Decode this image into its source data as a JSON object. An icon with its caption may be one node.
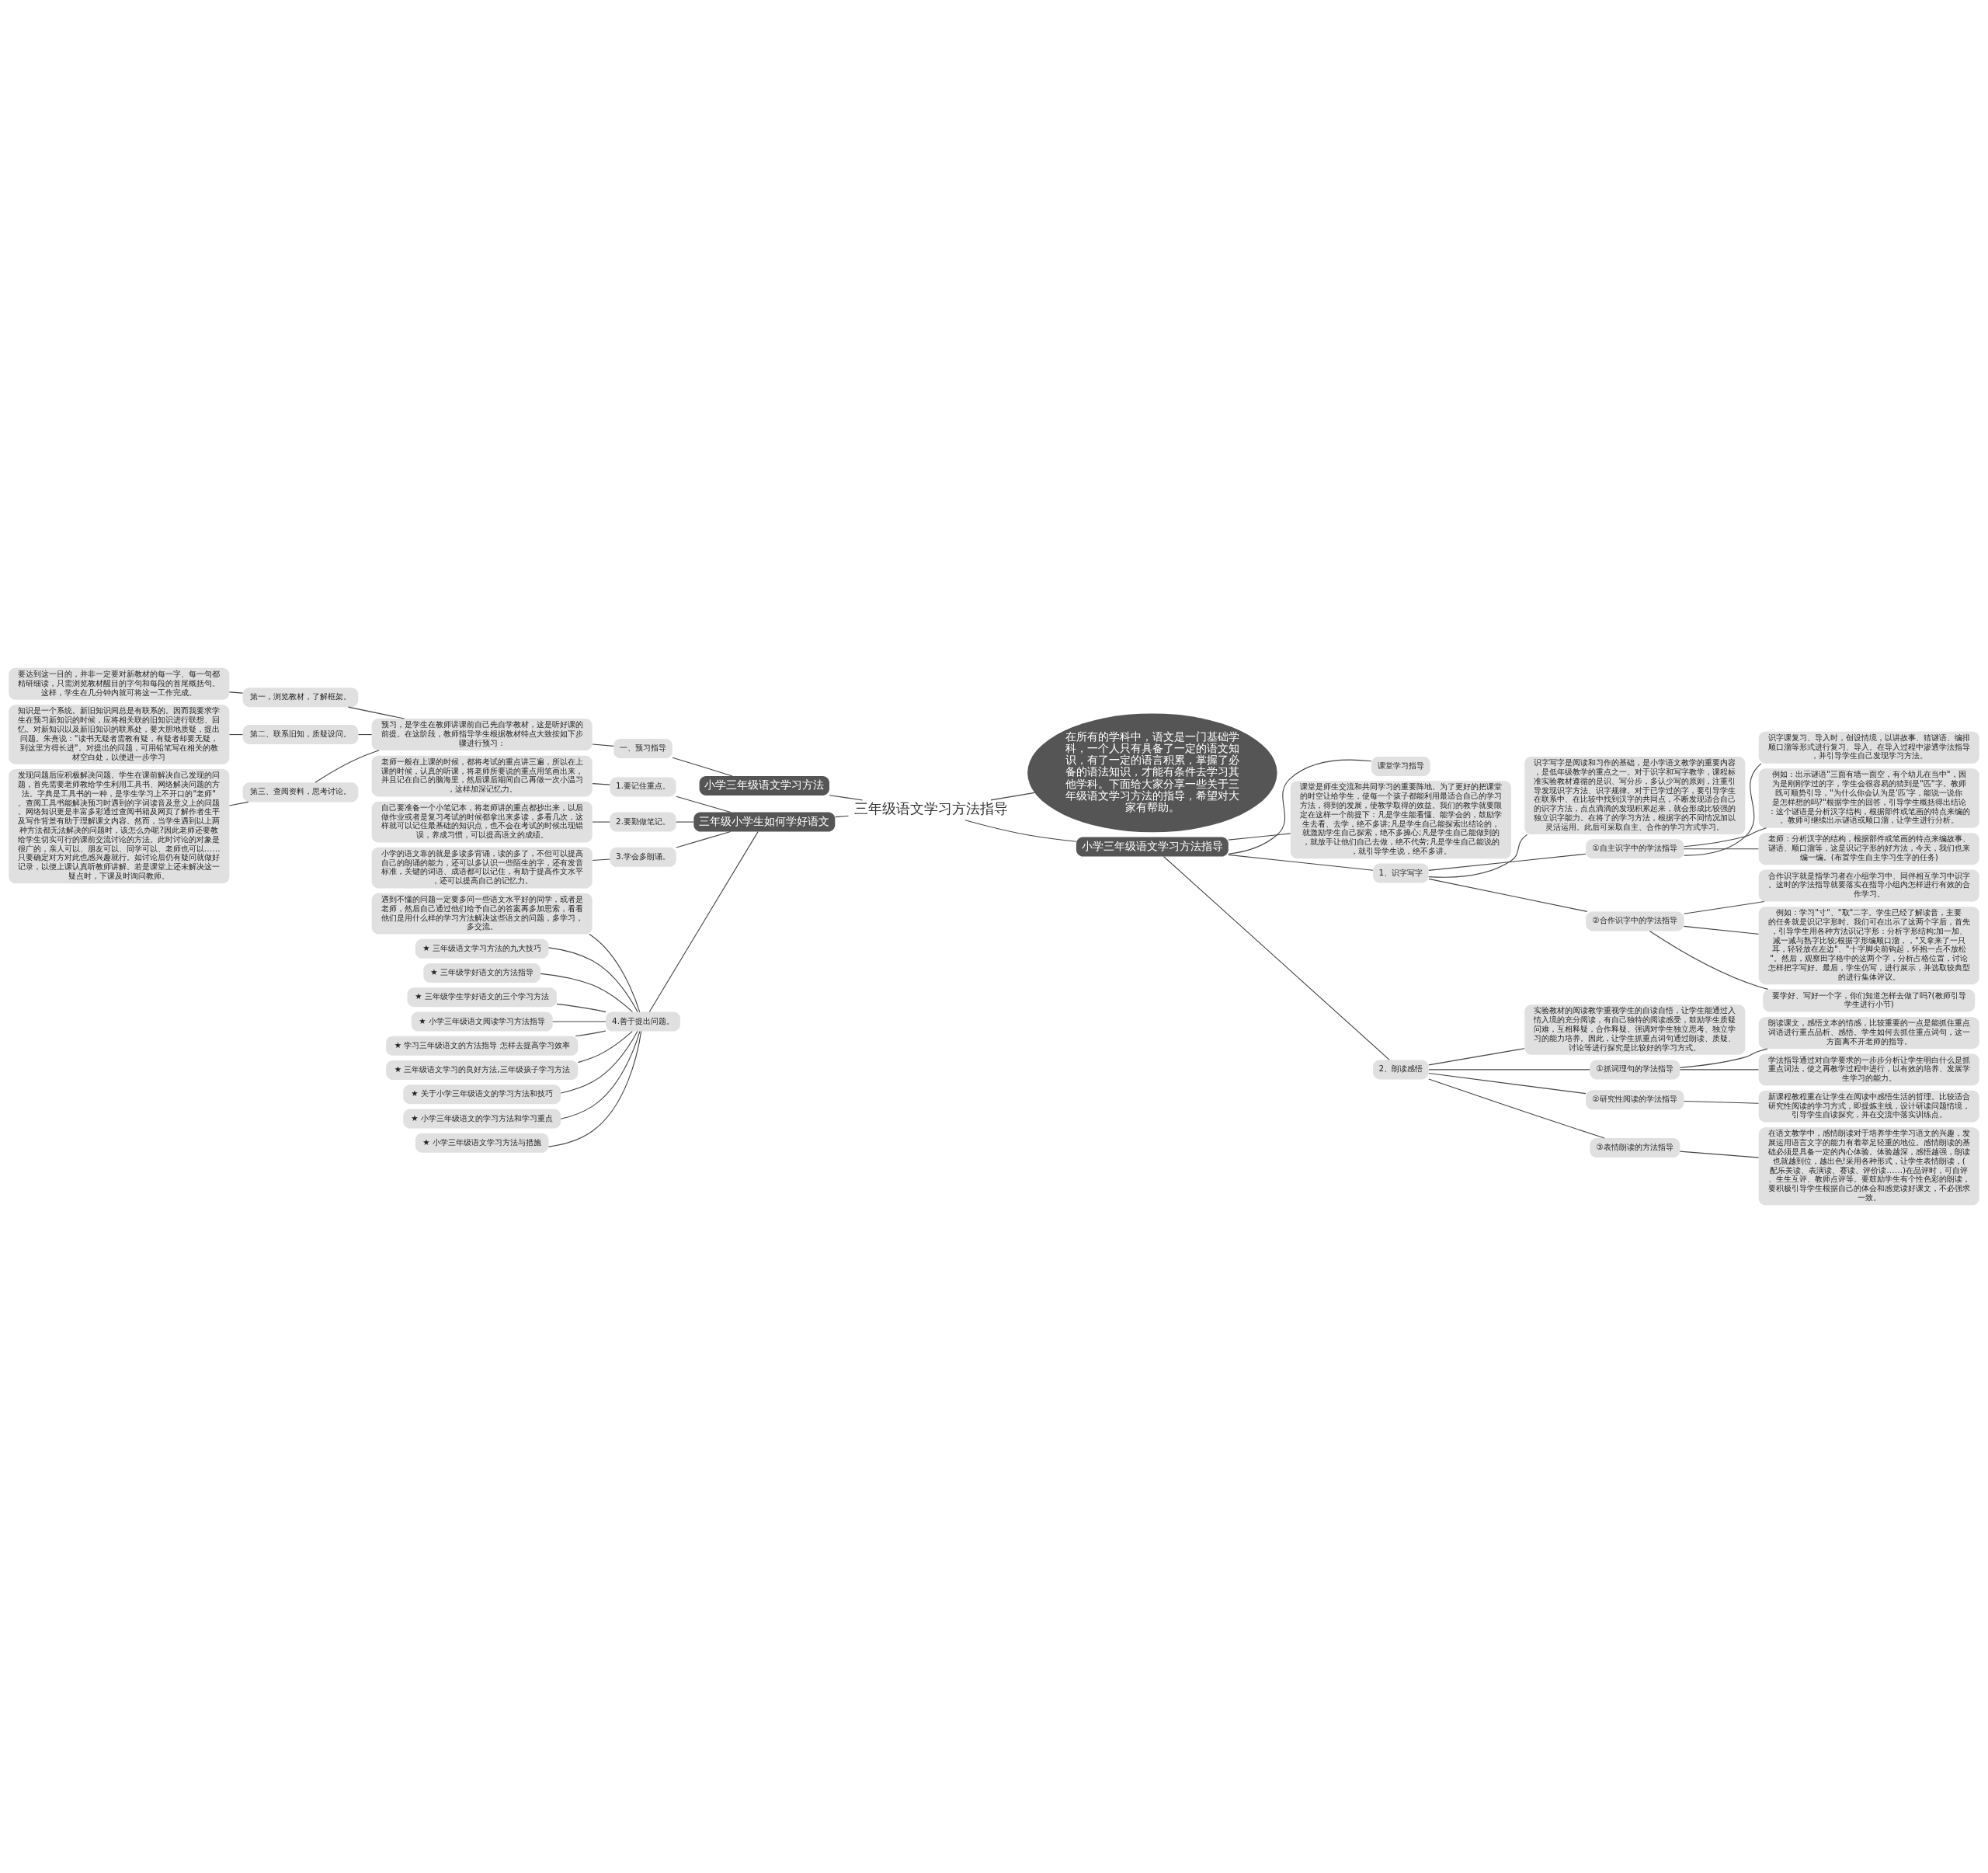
{
  "diagram": {
    "nodes": [
      {
        "text": [
          "三年级语文学习方法指导"
        ]
      },
      {
        "text": [
          "小学三年级语文学习方法"
        ]
      },
      {
        "text": [
          "一、预习指导"
        ]
      },
      {
        "text": [
          "预习，是学生在教师讲课前自己先自学教材，这是听好课的前提。在这阶段，教师指导学生根据教材特点大致按如下步骤进行预习："
        ]
      },
      {
        "text": [
          "第一，浏览教材，了解框架。"
        ]
      },
      {
        "text": [
          "要达到这一目的，并非一定要对新教材的每一字、每一句都精研细读，只需浏览教材醒目的字句和每段的首尾概括句。这样，学生在几分钟内就可将这一工作完成。"
        ]
      },
      {
        "text": [
          "第二、联系旧知，质疑设问。"
        ]
      },
      {
        "text": [
          "知识是一个系统。新旧知识间总是有联系的。因而我要求学生在预习新知识的时候，应将相关联的旧知识进行联想、回忆。对新知识以及新旧知识的联系处，要大胆地质疑，提出问题。朱熹说：\"读书无疑者需教有疑，有疑者却要无疑，到这里方得长进\"。对提出的问题，可用铅笔写在相关的教材空白处，以便进一步学习"
        ]
      },
      {
        "text": [
          "第三、查阅资料，思考讨论。"
        ]
      },
      {
        "text": [
          "发现问题后应积极解决问题。学生在课前解决自己发现的问题，首先需要老师教给学生利用工具书、网络解决问题的方法。字典是工具书的一种，是学生学习上不开口的\"老师\"。查阅工具书能解决预习时遇到的字词读音及意义上的问题。网络知识更是丰富多彩通过查阅书籍及网页了解作者生平及写作背景有助于理解课文内容。然而，当学生遇到以上两种方法都无法解决的问题时，该怎么办呢?因此老师还要教给学生切实可行的课前交流讨论的方法。此时讨论的对象是很广的，亲人可以、朋友可以、同学可以、老师也可以……只要确定对方对此也感兴趣就行。如讨论后仍有疑问就做好记录，以便上课认真听教师讲解。若是课堂上还未解决这一疑点时，下课及时询问教师。"
        ]
      },
      {
        "text": [
          "在所有的学科中，语文是一门基础学科，一个人只有具备了一定的语文知识，有了一定的语言积累，掌握了必备的语法知识，才能有条件去学习其他学科。下面给大家分享一些关于三年级语文学习方法的指导，希望对大家有帮助。"
        ]
      },
      {
        "text": [
          "三年级小学生如何学好语文"
        ]
      },
      {
        "text": [
          "1.要记住重点。"
        ]
      },
      {
        "text": [
          "老师一般在上课的时候，都将考试的重点讲三遍，所以在上课的时候，认真的听课，将老师所要说的重点用笔画出来，并且记在自己的脑海里，然后课后期间自己再做一次小温习，这样加深记忆力。"
        ]
      },
      {
        "text": [
          "2.要勤做笔记。"
        ]
      },
      {
        "text": [
          "自己要准备一个小笔记本，将老师讲的重点都抄出来，以后做作业或者是复习考试的时候都拿出来多读，多看几次，这样就可以记住最基础的知识点，也不会在考试的时候出现错误，养成习惯，可以提高语文的成绩。"
        ]
      },
      {
        "text": [
          "3.学会多朗诵。"
        ]
      },
      {
        "text": [
          "小学的语文靠的就是多读多背诵，读的多了，不但可以提高自己的朗诵的能力，还可以多认识一些陌生的字，还有发音标准，关键的词语、成语都可以记住，有助于提高作文水平，还可以提高自己的记忆力。"
        ]
      },
      {
        "text": [
          "4.善于提出问题。"
        ]
      },
      {
        "text": [
          "遇到不懂的问题一定要多问一些语文水平好的同学，或者是老师，然后自己通过他们给予自己的答案再多加思索，看看他们是用什么样的学习方法解决这些语文的问题，多学习，多交流。"
        ]
      },
      {
        "text": [
          "★ 三年级语文学习方法的九大技巧"
        ]
      },
      {
        "text": [
          "★ 三年级学好语文的方法指导"
        ]
      },
      {
        "text": [
          "★ 三年级学生学好语文的三个学习方法"
        ]
      },
      {
        "text": [
          "★ 小学三年级语文阅读学习方法指导"
        ]
      },
      {
        "text": [
          "★ 学习三年级语文的方法指导 怎样去提高学习效率"
        ]
      },
      {
        "text": [
          "★ 三年级语文学习的良好方法,三年级孩子学习方法"
        ]
      },
      {
        "text": [
          "★ 关于小学三年级语文的学习方法和技巧"
        ]
      },
      {
        "text": [
          "★ 小学三年级语文的学习方法和学习重点"
        ]
      },
      {
        "text": [
          "★ 小学三年级语文学习方法与措施"
        ]
      },
      {
        "text": [
          "小学三年级语文学习方法指导"
        ]
      },
      {
        "text": [
          "课堂学习指导"
        ]
      },
      {
        "text": [
          "课堂是师生交流和共同学习的重要阵地。为了更好的把课堂的时空让给学生，使每一个孩子都能利用最适合自己的学习方法，得到的发展，使教学取得的效益。我们的教学就要限定在这样一个前提下：凡是学生能看懂、能学会的，鼓励学生去看、去学，绝不多讲;凡是学生自己能探索出结论的，就激励学生自己探索，绝不多操心;凡是学生自己能做到的，就放手让他们自己去做，绝不代劳;凡是学生自己能说的，就引导学生说，绝不多讲。"
        ]
      },
      {
        "text": [
          "1、识字写字"
        ]
      },
      {
        "text": [
          "识字写字是阅读和习作的基础，是小学语文教学的重要内容，是低年级教学的重点之一。对于识字和写字教学，课程标准实验教材遵循的是识、写分步，多认少写的原则，注重引导发现识字方法、识字规律。对于已学过的字，要引导学生在联系中、在比较中找到汉字的共同点，不断发现适合自己的识字方法，点点滴滴的发现积累起来，就会形成比较强的独立识字能力。在将了的学习方法，根据字的不同情况加以灵活运用。此后可采取自主、合作的学习方式学习。"
        ]
      },
      {
        "text": [
          "①自主识字中的学法指导"
        ]
      },
      {
        "text": [
          "识字课复习、导入时，创设情境，以讲故事、猜谜语、编排顺口溜等形式进行复习、导入。在导入过程中渗透学法指导，并引导学生自己发现学习方法。"
        ]
      },
      {
        "text": [
          "例如：出示谜语\"三面有墙一面空，有个幼儿在当中\"，因为是刚刚学过的字，学生会很容易的猜到是\"匹\"字。教师既可顺势引导，\"为什么你会认为是‘匹’字，能说一说你是怎样想的吗?\"根据学生的回答，引导学生概括得出结论：这个谜语是分析汉字结构，根据部件或笔画的特点来编的。教师可继续出示谜语或顺口溜，让学生进行分析。"
        ]
      },
      {
        "text": [
          "老师：分析汉字的结构，根据部件或笔画的特点来编故事、谜语、顺口溜等，这是识记字形的好方法，今天，我们也来编一编。(布置学生自主学习生字的任务)"
        ]
      },
      {
        "text": [
          "②合作识字中的学法指导"
        ]
      },
      {
        "text": [
          "合作识字就是指学习者在小组学习中、同伴相互学习中识字。这时的学法指导就要落实在指导小组内怎样进行有效的合作学习。"
        ]
      },
      {
        "text": [
          "例如：学习\"寸\"、\"取\"二字。学生已经了解读音，主要的任务就是识记字形时。我们可在出示了这两个字后，首先，引导学生用各种方法识记字形：分析字形结构;加一加、减一减与熟字比较;根据字形编顺口溜，，\"又拿来了一只耳，轻轻放在左边\"、\"十字脚尖前钩起，怀抱一点不放松\"。然后，观察田字格中的这两个字，分析占格位置，讨论怎样把字写好。最后，学生仿写，进行展示，并选取较典型的进行集体评议。"
        ]
      },
      {
        "text": [
          "要学好、写好一个字，你们知道怎样去做了吗?(教师引导学生进行小节)"
        ]
      },
      {
        "text": [
          "2、朗读感悟"
        ]
      },
      {
        "text": [
          "实验教材的阅读教学重视学生的自读自悟，让学生能通过入情入境的充分阅读，有自己独特的阅读感受，鼓励学生质疑问难，互相释疑，合作释疑。强调对学生独立思考、独立学习的能力培养。因此，让学生抓重点词句通过朗读、质疑、讨论等进行探究是比较好的学习方式。"
        ]
      },
      {
        "text": [
          "①抓词理句的学法指导"
        ]
      },
      {
        "text": [
          "朗读课文，感悟文本的情感，比较重要的一点是能抓住重点词语进行重点品析、感悟。学生如何去抓住重点词句，这一方面离不开老师的指导。"
        ]
      },
      {
        "text": [
          "学法指导通过对自学要求的一步步分析让学生明白什么是抓重点词法，使之再教学过程中进行，以有效的培养、发展学生学习的能力。"
        ]
      },
      {
        "text": [
          "②研究性阅读的学法指导"
        ]
      },
      {
        "text": [
          "新课程教程重在让学生在阅读中感悟生活的哲理。比较适合研究性阅读的学习方式，即提炼主线，设计研读问题情境，引导学生自读探究，并在交流中落实训练点。"
        ]
      },
      {
        "text": [
          "③表情朗读的方法指导"
        ]
      },
      {
        "text": [
          "在语文教学中，感情朗读对于培养学生学习语文的兴趣，发展运用语言文字的能力有着举足轻重的地位。感情朗读的基础必须是具备一定的内心体验。体验越深，感悟越强，朗读也就越到位，越出色!采用各种形式，让学生表情朗读，(配乐美读、表演读、赛读、评价读……)在品评时，可自评、生生互评、教师点评等。要鼓励学生有个性色彩的朗读，要积极引导学生根据自己的体会和感觉读好课文，不必强求一致。"
        ]
      }
    ],
    "edges": [
      {
        "from": 0,
        "to": 1,
        "arrow": "none"
      },
      {
        "from": 0,
        "to": 10,
        "arrow": "none"
      },
      {
        "from": 0,
        "to": 11,
        "arrow": "none"
      },
      {
        "from": 0,
        "to": 29,
        "arrow": "none"
      },
      {
        "from": 1,
        "to": 2,
        "arrow": "none"
      },
      {
        "from": 2,
        "to": 3,
        "arrow": "none"
      },
      {
        "from": 3,
        "to": 4,
        "arrow": "none"
      },
      {
        "from": 4,
        "to": 5,
        "arrow": "none"
      },
      {
        "from": 3,
        "to": 6,
        "arrow": "none"
      },
      {
        "from": 6,
        "to": 7,
        "arrow": "none"
      },
      {
        "from": 3,
        "to": 8,
        "arrow": "none"
      },
      {
        "from": 8,
        "to": 9,
        "arrow": "none"
      },
      {
        "from": 11,
        "to": 12,
        "arrow": "none"
      },
      {
        "from": 12,
        "to": 13,
        "arrow": "none"
      },
      {
        "from": 11,
        "to": 14,
        "arrow": "none"
      },
      {
        "from": 14,
        "to": 15,
        "arrow": "none"
      },
      {
        "from": 11,
        "to": 16,
        "arrow": "none"
      },
      {
        "from": 16,
        "to": 17,
        "arrow": "none"
      },
      {
        "from": 11,
        "to": 18,
        "arrow": "none"
      },
      {
        "from": 18,
        "to": 19,
        "arrow": "none"
      },
      {
        "from": 18,
        "to": 20,
        "arrow": "none"
      },
      {
        "from": 18,
        "to": 21,
        "arrow": "none"
      },
      {
        "from": 18,
        "to": 22,
        "arrow": "none"
      },
      {
        "from": 18,
        "to": 23,
        "arrow": "none"
      },
      {
        "from": 18,
        "to": 24,
        "arrow": "none"
      },
      {
        "from": 18,
        "to": 25,
        "arrow": "none"
      },
      {
        "from": 18,
        "to": 26,
        "arrow": "none"
      },
      {
        "from": 18,
        "to": 27,
        "arrow": "none"
      },
      {
        "from": 18,
        "to": 28,
        "arrow": "none"
      },
      {
        "from": 29,
        "to": 30,
        "arrow": "none"
      },
      {
        "from": 29,
        "to": 31,
        "arrow": "none"
      },
      {
        "from": 29,
        "to": 32,
        "arrow": "none"
      },
      {
        "from": 32,
        "to": 33,
        "arrow": "none"
      },
      {
        "from": 32,
        "to": 34,
        "arrow": "none"
      },
      {
        "from": 34,
        "to": 35,
        "arrow": "none"
      },
      {
        "from": 34,
        "to": 36,
        "arrow": "none"
      },
      {
        "from": 34,
        "to": 37,
        "arrow": "none"
      },
      {
        "from": 32,
        "to": 38,
        "arrow": "none"
      },
      {
        "from": 38,
        "to": 39,
        "arrow": "none"
      },
      {
        "from": 38,
        "to": 40,
        "arrow": "none"
      },
      {
        "from": 38,
        "to": 41,
        "arrow": "none"
      },
      {
        "from": 29,
        "to": 42,
        "arrow": "none"
      },
      {
        "from": 42,
        "to": 43,
        "arrow": "none"
      },
      {
        "from": 42,
        "to": 44,
        "arrow": "none"
      },
      {
        "from": 44,
        "to": 45,
        "arrow": "none"
      },
      {
        "from": 44,
        "to": 46,
        "arrow": "none"
      },
      {
        "from": 42,
        "to": 47,
        "arrow": "none"
      },
      {
        "from": 47,
        "to": 48,
        "arrow": "none"
      },
      {
        "from": 42,
        "to": 49,
        "arrow": "none"
      },
      {
        "from": 49,
        "to": 50,
        "arrow": "none"
      }
    ]
  }
}
